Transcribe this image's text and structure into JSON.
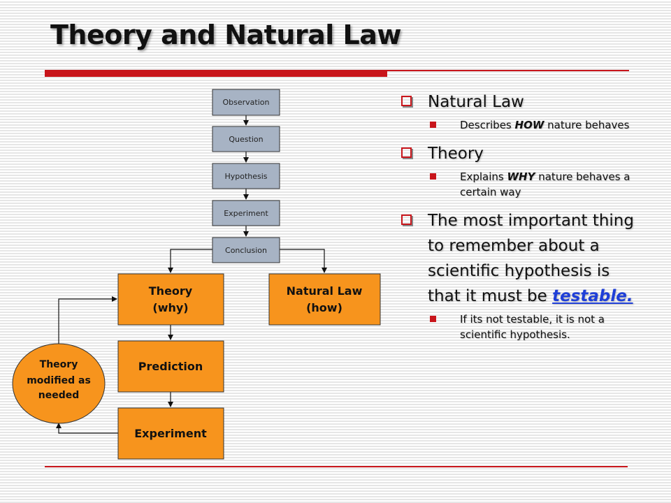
{
  "slide": {
    "title": "Theory and Natural Law",
    "accent_color": "#c8151b"
  },
  "flowchart": {
    "steps": [
      "Observation",
      "Question",
      "Hypothesis",
      "Experiment",
      "Conclusion"
    ],
    "theory": [
      "Theory",
      "(why)"
    ],
    "natural_law": [
      "Natural Law",
      "(how)"
    ],
    "prediction": "Prediction",
    "experiment": "Experiment",
    "loop": [
      "Theory",
      "modified as",
      "needed"
    ],
    "colors": {
      "step_box": "#a7b3c4",
      "orange_box": "#f7941d"
    }
  },
  "bullets": [
    {
      "heading": "Natural Law",
      "sub": [
        {
          "before": "Describes ",
          "emph": "HOW",
          "after": " nature behaves"
        }
      ]
    },
    {
      "heading": "Theory",
      "sub": [
        {
          "before": "Explains ",
          "emph": "WHY",
          "after": " nature behaves a certain way"
        }
      ]
    },
    {
      "heading_before": "The most important thing to remember about a scientific hypothesis is that it must be ",
      "heading_highlight": "testable.",
      "sub": [
        {
          "text": "If its not testable, it is not a scientific hypothesis."
        }
      ]
    }
  ]
}
